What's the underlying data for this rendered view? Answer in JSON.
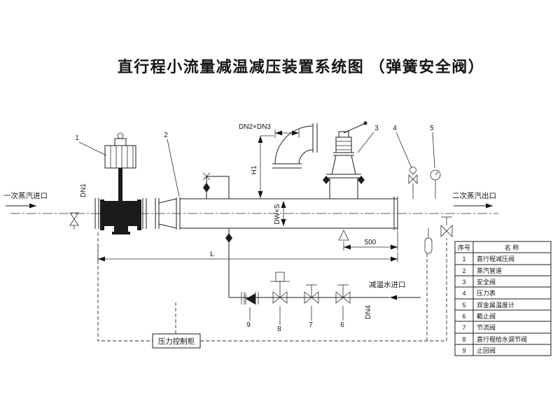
{
  "title": "直行程小流量减温减压装置系统图 （弹簧安全阀）",
  "labels": {
    "primary_inlet": "一次蒸汽进口",
    "secondary_outlet": "二次蒸汽出口",
    "water_inlet": "减温水进口",
    "control_cabinet": "压力控制柜",
    "dn1": "DN1",
    "dn2xdn3": "DN2×DN3",
    "dn4": "DN4",
    "h1": "H1",
    "dwxs": "DW×S",
    "dim_500": "500",
    "dim_l": "L"
  },
  "callouts": {
    "c1": "1",
    "c2": "2",
    "c3": "3",
    "c4": "4",
    "c5": "5",
    "c6": "6",
    "c7": "7",
    "c8": "8",
    "c9": "9"
  },
  "table": {
    "headers": {
      "num": "序号",
      "name": "名 称"
    },
    "rows": [
      {
        "num": "1",
        "name": "直行程减压阀"
      },
      {
        "num": "2",
        "name": "蒸汽管道"
      },
      {
        "num": "3",
        "name": "安全阀"
      },
      {
        "num": "4",
        "name": "压力表"
      },
      {
        "num": "5",
        "name": "双金属温度计"
      },
      {
        "num": "6",
        "name": "截止阀"
      },
      {
        "num": "7",
        "name": "节流阀"
      },
      {
        "num": "8",
        "name": "直行程给水调节阀"
      },
      {
        "num": "9",
        "name": "止回阀"
      }
    ]
  }
}
